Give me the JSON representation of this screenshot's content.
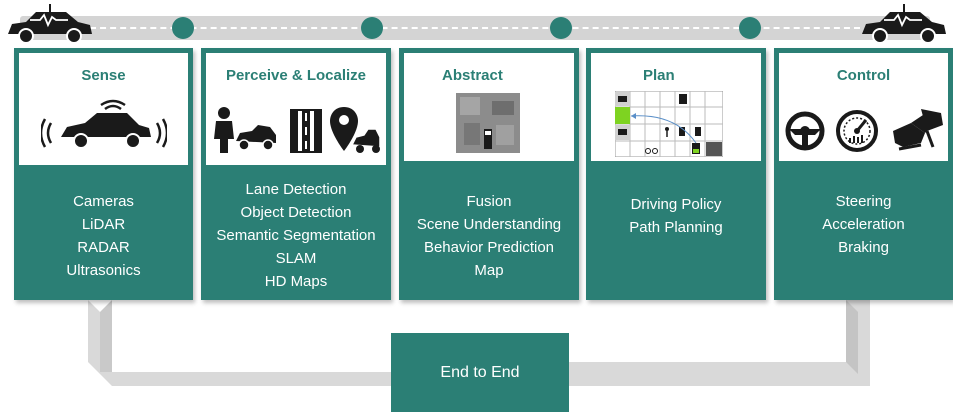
{
  "panels": [
    {
      "title": "Sense",
      "items": [
        "Cameras",
        "LiDAR",
        "RADAR",
        "Ultrasonics"
      ],
      "icons": [
        "car-sensor-icon"
      ]
    },
    {
      "title": "Perceive & Localize",
      "items": [
        "Lane Detection",
        "Object Detection",
        "Semantic Segmentation",
        "SLAM",
        "HD Maps"
      ],
      "icons": [
        "pedestrian-car-icon",
        "road-lanes-icon",
        "location-pin-car-icon"
      ]
    },
    {
      "title": "Abstract",
      "items": [
        "Fusion",
        "Scene Understanding",
        "Behavior Prediction",
        "Map"
      ],
      "icons": [
        "occupancy-grid-icon"
      ]
    },
    {
      "title": "Plan",
      "items": [
        "Driving Policy",
        "Path Planning"
      ],
      "icons": [
        "planning-grid-icon"
      ]
    },
    {
      "title": "Control",
      "items": [
        "Steering",
        "Acceleration",
        "Braking"
      ],
      "icons": [
        "steering-wheel-icon",
        "speedometer-icon",
        "brake-pedal-icon"
      ]
    }
  ],
  "end_to_end": {
    "label": "End to End"
  },
  "colors": {
    "teal": "#2b7f75",
    "track": "#d4d4d4",
    "arrow": "#cccccc"
  }
}
